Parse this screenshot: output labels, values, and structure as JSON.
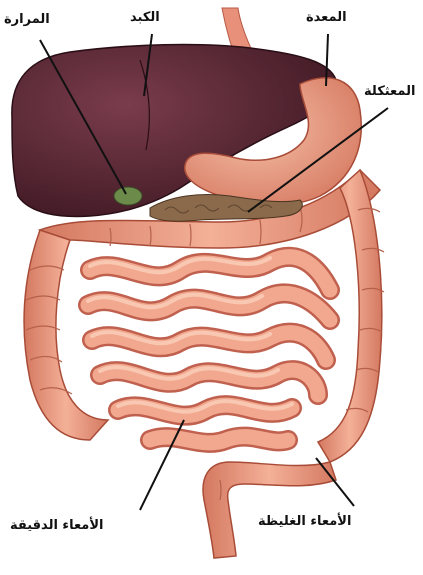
{
  "labels": {
    "gallbladder": "المرارة",
    "liver": "الكبد",
    "stomach": "المعدة",
    "pancreas": "المعثكلة",
    "small_intestine": "الأمعاء الدقيقة",
    "large_intestine": "الأمعاء الغليظة"
  },
  "colors": {
    "liver": "#5a2a38",
    "liver_dark": "#3a1620",
    "stomach": "#e8907a",
    "intestine": "#f0a08c",
    "intestine_shadow": "#c0604e",
    "colon": "#ee9a82",
    "pancreas": "#8a6a4a",
    "leader_line": "#111111"
  }
}
